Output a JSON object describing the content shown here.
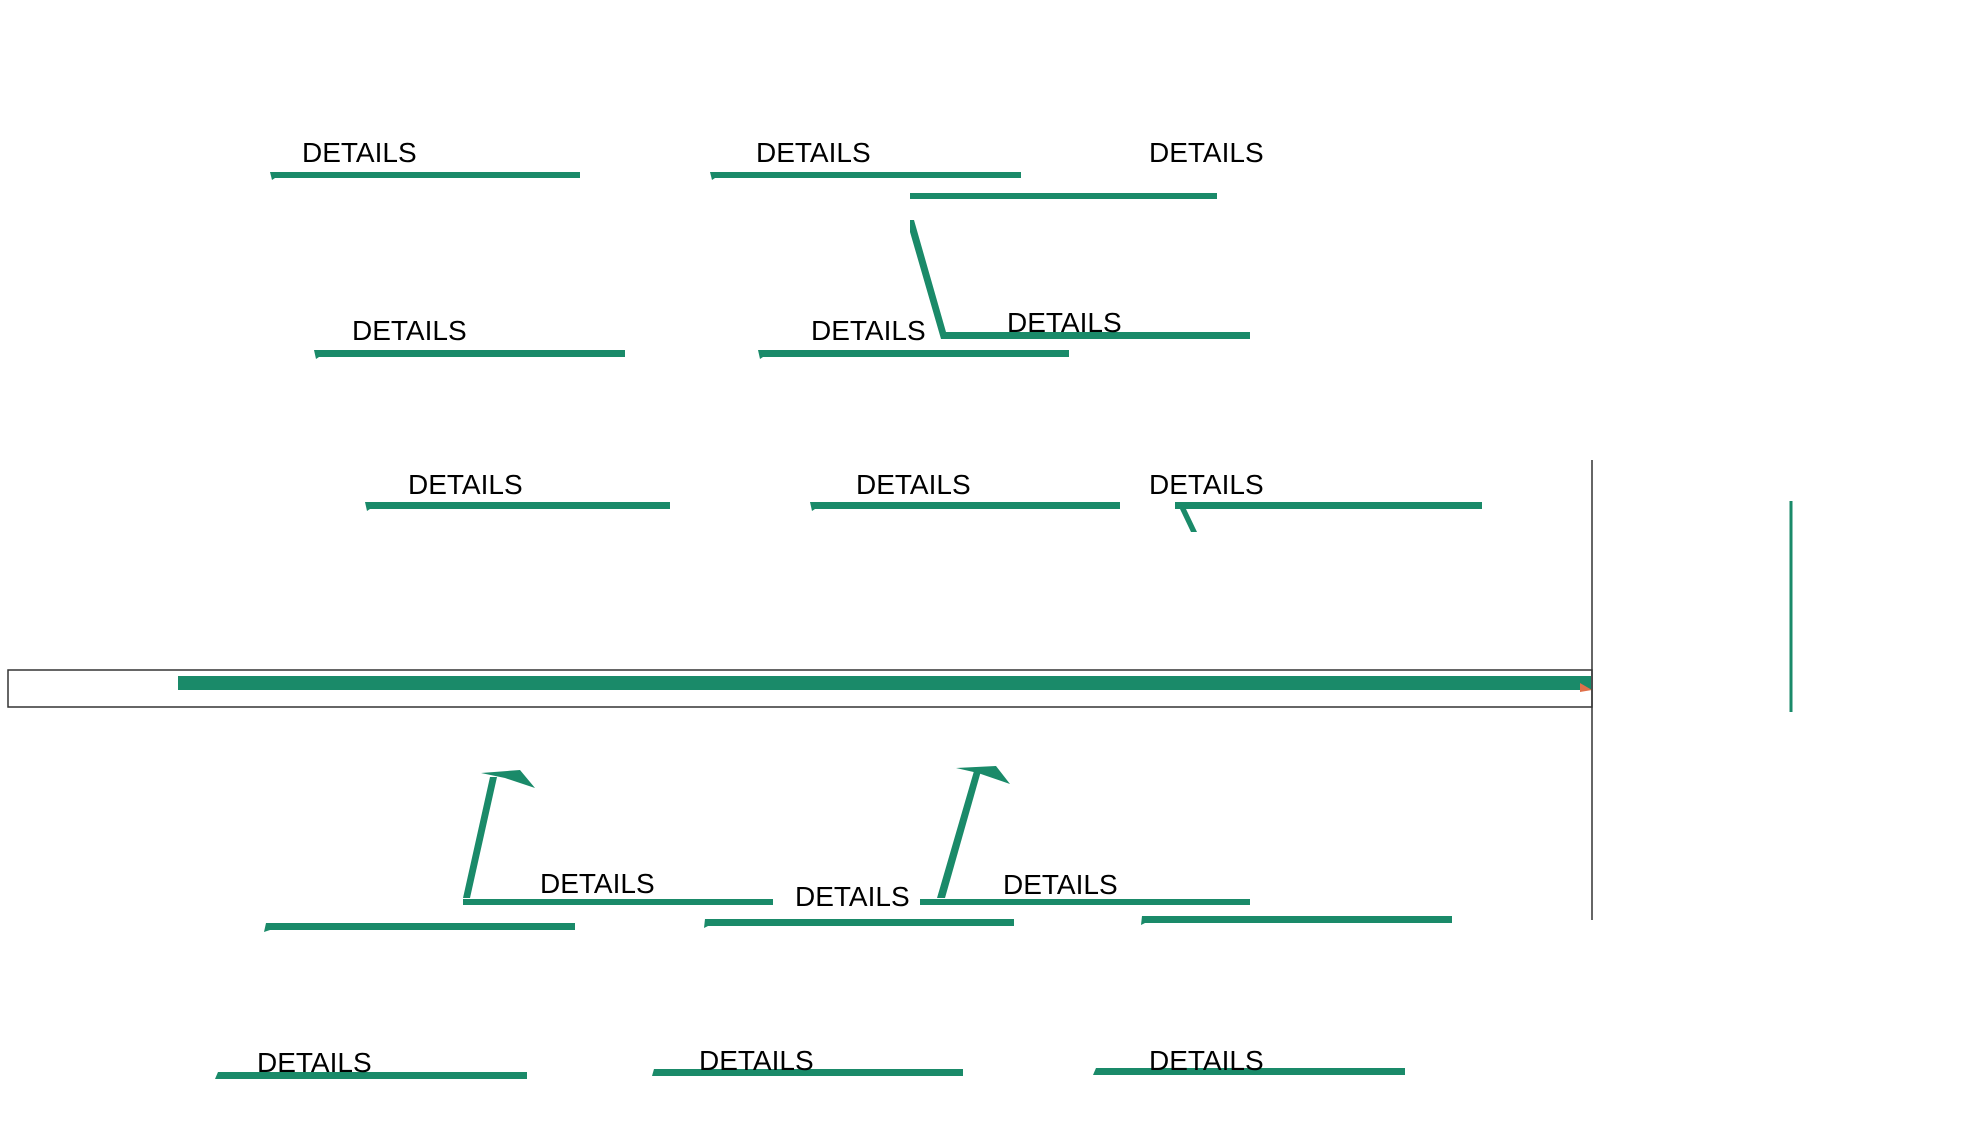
{
  "diagram": {
    "type": "fishbone",
    "colors": {
      "bone": "#1a8a69",
      "frame": "#333333",
      "head_accent": "#e0704a",
      "background": "#ffffff"
    },
    "labels": {
      "top_row_1": [
        "DETAILS",
        "DETAILS",
        "DETAILS"
      ],
      "top_row_2": [
        "DETAILS",
        "DETAILS",
        "DETAILS"
      ],
      "top_row_3": [
        "DETAILS",
        "DETAILS",
        "DETAILS"
      ],
      "bottom_row_1": [
        "DETAILS",
        "DETAILS",
        "DETAILS"
      ],
      "bottom_row_2": [
        "DETAILS",
        "DETAILS",
        "DETAILS"
      ]
    }
  }
}
